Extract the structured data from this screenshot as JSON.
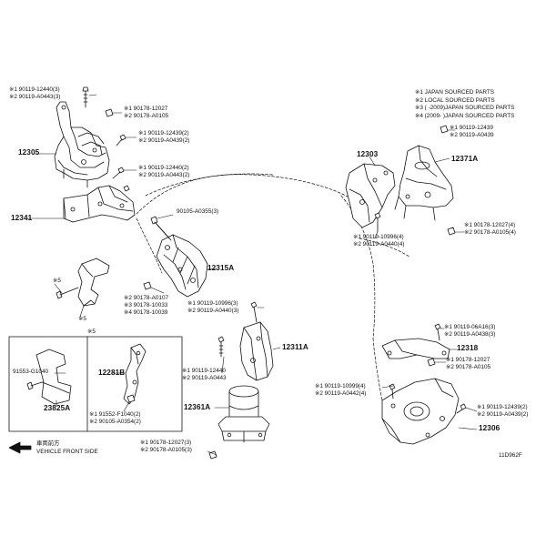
{
  "legend": [
    "※1 JAPAN SOURCED PARTS",
    "※2 LOCAL SOURCED PARTS",
    "※3 (      -2009)JAPAN SOURCED PARTS",
    "※4 (2009-      )JAPAN SOURCED PARTS"
  ],
  "parts": {
    "p12305": "12305",
    "p12341": "12341",
    "p12315a": "12315A",
    "p12303": "12303",
    "p12371a": "12371A",
    "p12311a": "12311A",
    "p12361a": "12361A",
    "p12318": "12318",
    "p12306": "12306",
    "p23825a": "23825A",
    "p12281b": "12281B"
  },
  "notes": {
    "n1a": "※1 90119-12440(3)",
    "n1b": "※2 90119-A0443(3)",
    "n2a": "※1 90178-12027",
    "n2b": "※2 90178-A0105",
    "n3a": "※1 90119-12439(2)",
    "n3b": "※2 90119-A0439(2)",
    "n4a": "※1 90119-12440(2)",
    "n4b": "※2 90119-A0443(2)",
    "n5": "90105-A0355(3)",
    "n6a": "※2 90178-A0107",
    "n6b": "※3 90178-10033",
    "n6c": "※4 90178-10039",
    "n7a": "※1 90119-10996(3)",
    "n7b": "※2 90119-A0440(3)",
    "n8a": "※1 90119-12440",
    "n8b": "※2 90119-A0443",
    "n9a": "※1 90178-12027(3)",
    "n9b": "※2 90178-A0105(3)",
    "n10a": "※1 90119-12439",
    "n10b": "※2 90119-A0439",
    "n11a": "※1 90178-12027(4)",
    "n11b": "※2 90178-A0105(4)",
    "n12a": "※1 90119-10996(4)",
    "n12b": "※2 90119-A0440(4)",
    "n13a": "※1 90119-06A16(3)",
    "n13b": "※2 90119-A0438(3)",
    "n14a": "※1 90178-12027",
    "n14b": "※2 90178-A0105",
    "n15a": "※1 90119-10999(4)",
    "n15b": "※2 90119-A0442(4)",
    "n16a": "※1 90119-12439(2)",
    "n16b": "※2 90119-A0439(2)",
    "n17": "91553-G1040",
    "n18a": "※1 91552-F1040(2)",
    "n18b": "※2 90105-A0354(2)",
    "mark5a": "※5",
    "mark5b": "※5",
    "mark5c": "※5"
  },
  "footer": {
    "jp_front": "車両前方",
    "front": "VEHICLE FRONT SIDE",
    "code": "11D962F"
  }
}
